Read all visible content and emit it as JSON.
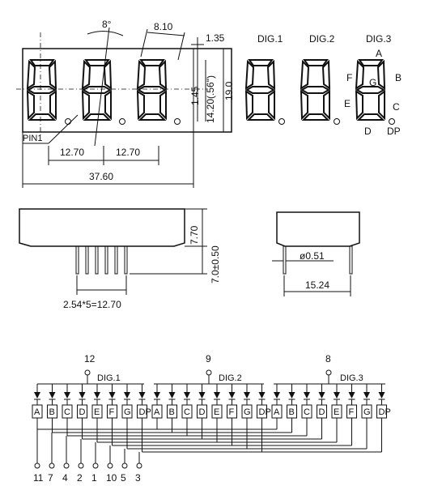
{
  "front_view": {
    "tilt_angle": "8°",
    "pin1_label": "PIN1",
    "dims": {
      "segment_width": "8.10",
      "top_offset": "1.35",
      "dp_offset": "1.45",
      "digit_height": "14.20(.56\")",
      "body_height": "19.0",
      "digit_pitch_1": "12.70",
      "digit_pitch_2": "12.70",
      "body_width": "37.60"
    }
  },
  "segment_legend": {
    "digit_labels": [
      "DIG.1",
      "DIG.2",
      "DIG.3"
    ],
    "segments": {
      "a": "A",
      "b": "B",
      "c": "C",
      "d": "D",
      "e": "E",
      "f": "F",
      "g": "G",
      "dp": "DP"
    }
  },
  "side_view": {
    "height": "7.70",
    "pin_length": "7.0±0.50",
    "pin_pitch": "2.54*5=12.70"
  },
  "end_view": {
    "pin_diameter": "ø0.51",
    "row_spacing": "15.24"
  },
  "schematic": {
    "common_pins": [
      "12",
      "9",
      "8"
    ],
    "digit_labels": [
      "DIG.1",
      "DIG.2",
      "DIG.3"
    ],
    "segment_labels": [
      "A",
      "B",
      "C",
      "D",
      "E",
      "F",
      "G",
      "DP"
    ],
    "segment_pins": [
      "11",
      "7",
      "4",
      "2",
      "1",
      "10",
      "5",
      "3"
    ]
  }
}
